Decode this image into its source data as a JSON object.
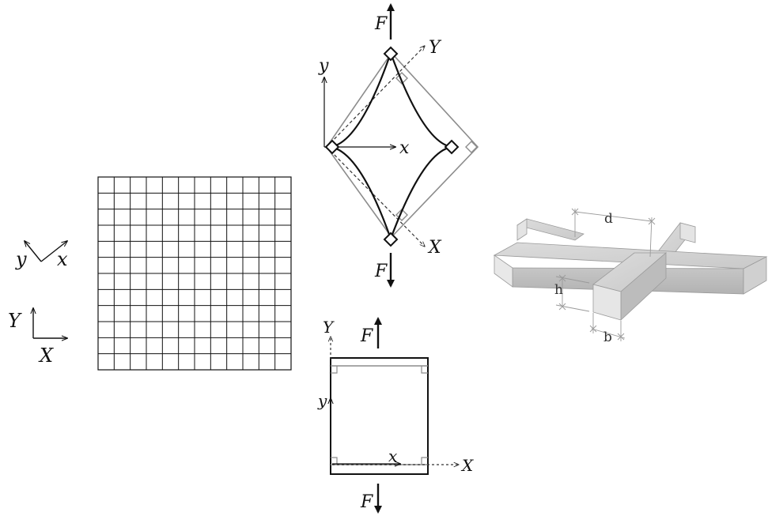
{
  "grid": {
    "rows": 12,
    "cols": 12
  },
  "axes_legend": {
    "rotated": {
      "x_label": "x",
      "y_label": "y"
    },
    "global": {
      "x_label": "X",
      "y_label": "Y"
    }
  },
  "rhombus": {
    "force_label": "F",
    "local_x": "x",
    "local_y": "y",
    "global_x": "X",
    "global_y": "Y"
  },
  "rectangle": {
    "force_label": "F",
    "local_x": "x",
    "local_y": "y",
    "global_x": "X",
    "global_y": "Y"
  },
  "beams": {
    "label_d": "d",
    "label_h": "h",
    "label_b": "b"
  },
  "colors": {
    "line": "#111111",
    "ref_gray": "#8c8c8c",
    "beam_top": "#d4d4d4",
    "beam_side": "#bdbdbd",
    "beam_end": "#e6e6e6"
  }
}
